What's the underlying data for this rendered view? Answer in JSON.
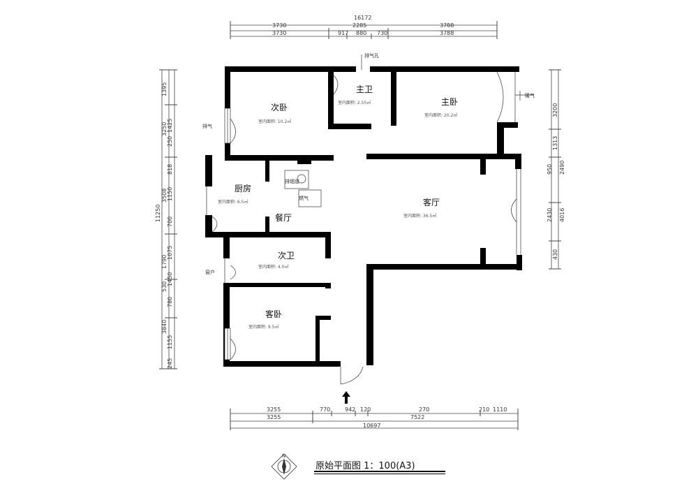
{
  "rooms": {
    "second_bedroom": {
      "name": "次卧",
      "area": "室内面积: 10.2㎡"
    },
    "master_bath": {
      "name": "主卫",
      "area": "室内面积: 2.55㎡"
    },
    "master_bedroom": {
      "name": "主卧",
      "area": "室内面积: 20.2㎡"
    },
    "kitchen": {
      "name": "厨房",
      "area": "室内面积: 6.5㎡"
    },
    "dining": {
      "name": "餐厅"
    },
    "living": {
      "name": "客厅",
      "area": "室内面积: 36.5㎡"
    },
    "second_bath": {
      "name": "次卫",
      "area": "室内面积: 4.0㎡"
    },
    "guest_bedroom": {
      "name": "客卧",
      "area": "室内面积: 9.5㎡"
    }
  },
  "top_dims": {
    "total": "16172",
    "row1": [
      "3730",
      "2285",
      "3788"
    ],
    "row2": [
      "3730",
      "917",
      "880",
      "730",
      "3788"
    ]
  },
  "bottom_dims": {
    "row1": [
      "3255",
      "770",
      "942",
      "120",
      "270",
      "210",
      "1110"
    ],
    "row2": [
      "3255",
      "7522"
    ],
    "total": "10697"
  },
  "left_dims": {
    "total": "11250",
    "row1": [
      "1395",
      "3250",
      "1425",
      "250",
      "818",
      "3508",
      "1150",
      "700",
      "1790",
      "1075",
      "1450",
      "530",
      "780",
      "3840",
      "1155",
      "245"
    ]
  },
  "right_dims": {
    "row1": [
      "3200",
      "1313",
      "2490",
      "950",
      "4016",
      "2430",
      "430"
    ]
  },
  "labels": {
    "vent": "排气",
    "top_vent": "排气孔",
    "exhaust": "排烟道",
    "heater": "暖气",
    "gas": "燃气",
    "window_note": "窗户"
  },
  "title": {
    "main": "原始平面图  1：100(A3)",
    "compass_n": "N"
  }
}
